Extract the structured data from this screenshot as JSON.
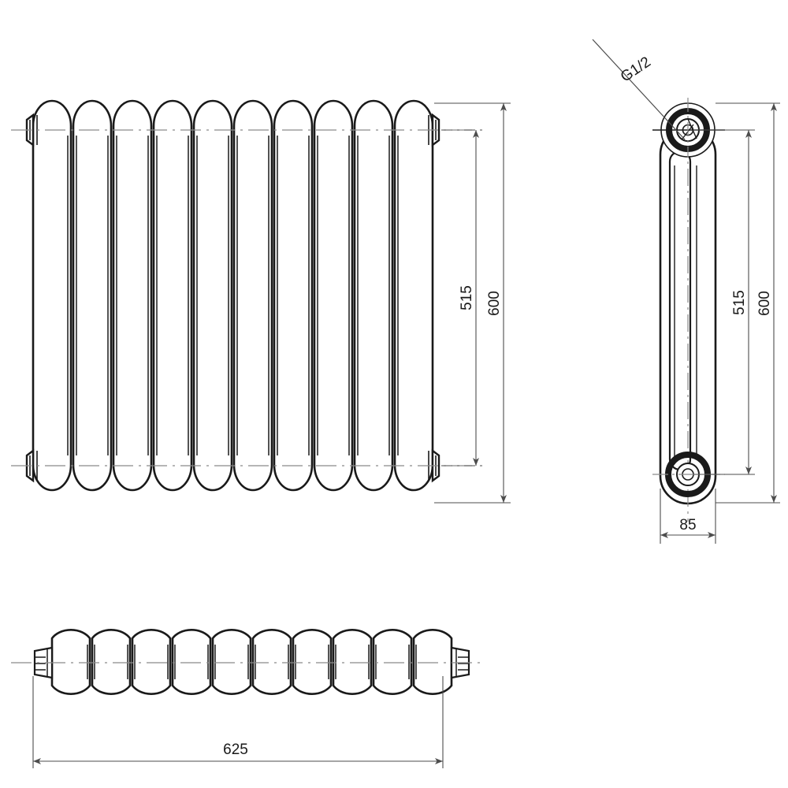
{
  "drawing": {
    "type": "engineering-orthographic-drawing",
    "subject": "column radiator",
    "units": "mm",
    "background_color": "#ffffff",
    "line_color": "#1a1a1a",
    "centerline_color": "#8a8a8a",
    "dimension_line_color": "#4d4d4d"
  },
  "views": {
    "front": {
      "name": "front-elevation",
      "column_count": 10,
      "has_end_caps": true,
      "centerlines": [
        "top",
        "bottom"
      ]
    },
    "side": {
      "name": "right-side-view",
      "port_count": 2,
      "port_style": "concentric-rings"
    },
    "plan": {
      "name": "bottom-plan-view",
      "column_count": 10,
      "has_end_caps": true
    }
  },
  "dimensions": {
    "front_inner": {
      "label": "515",
      "orientation": "vertical",
      "view": "front-elevation",
      "meaning": "centre-to-centre height"
    },
    "front_outer": {
      "label": "600",
      "orientation": "vertical",
      "view": "front-elevation",
      "meaning": "overall height"
    },
    "side_inner": {
      "label": "515",
      "orientation": "vertical",
      "view": "right-side-view",
      "meaning": "centre-to-centre height"
    },
    "side_outer": {
      "label": "600",
      "orientation": "vertical",
      "view": "right-side-view",
      "meaning": "overall height"
    },
    "side_depth": {
      "label": "85",
      "orientation": "horizontal",
      "view": "right-side-view",
      "meaning": "overall depth"
    },
    "plan_width": {
      "label": "625",
      "orientation": "horizontal",
      "view": "bottom-plan-view",
      "meaning": "overall width"
    }
  },
  "annotations": {
    "thread_callout": {
      "label": "G1/2",
      "view": "right-side-view",
      "target": "top-connection-port",
      "leader_angle_deg": -34
    }
  }
}
